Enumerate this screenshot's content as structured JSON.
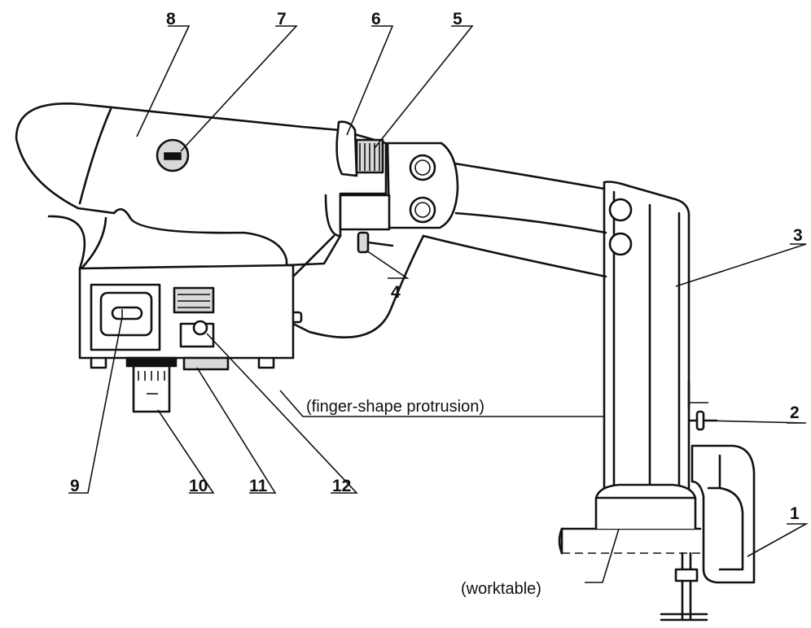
{
  "figure": {
    "callouts": [
      {
        "id": "8",
        "label": "8"
      },
      {
        "id": "7",
        "label": "7"
      },
      {
        "id": "6",
        "label": "6"
      },
      {
        "id": "5",
        "label": "5"
      },
      {
        "id": "4",
        "label": "4"
      },
      {
        "id": "3",
        "label": "3"
      },
      {
        "id": "2",
        "label": "2"
      },
      {
        "id": "1",
        "label": "1"
      },
      {
        "id": "9",
        "label": "9"
      },
      {
        "id": "10",
        "label": "10"
      },
      {
        "id": "11",
        "label": "11"
      },
      {
        "id": "12",
        "label": "12"
      }
    ],
    "annotations": {
      "finger": "(finger-shape protrusion)",
      "worktable": "(worktable)"
    }
  }
}
